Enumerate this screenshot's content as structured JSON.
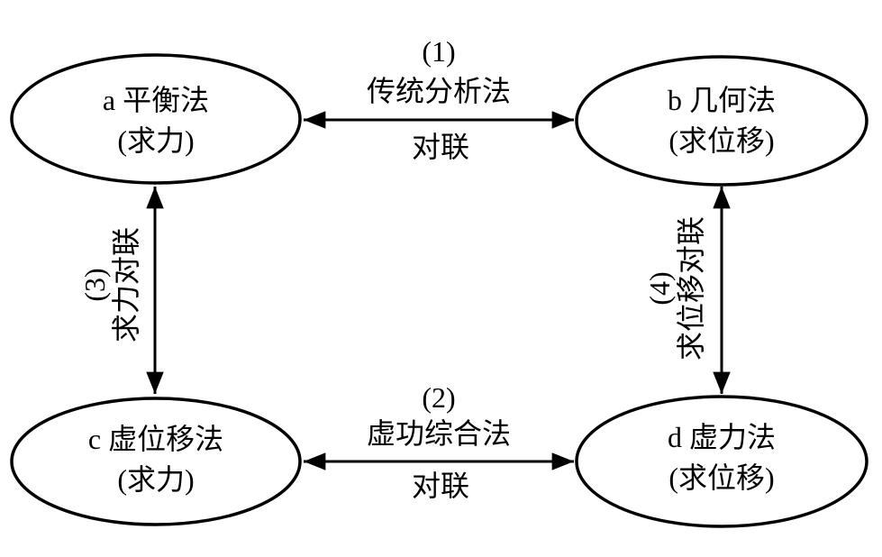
{
  "figure": {
    "type": "relationship-diagram",
    "description_visible_text_only": true
  },
  "colors": {
    "ink": "#000000",
    "background": "#ffffff"
  },
  "nodes": {
    "a": {
      "title": "a 平衡法",
      "subtitle": "(求力)"
    },
    "b": {
      "title": "b 几何法",
      "subtitle": "(求位移)"
    },
    "c": {
      "title": "c 虚位移法",
      "subtitle": "(求力)"
    },
    "d": {
      "title": "d 虚力法",
      "subtitle": "(求位移)"
    }
  },
  "edges": {
    "top": {
      "number": "(1)",
      "name": "传统分析法",
      "below": "对联",
      "style": "double-headed-arrow"
    },
    "bottom": {
      "number": "(2)",
      "name": "虚功综合法",
      "below": "对联",
      "style": "double-headed-arrow"
    },
    "left": {
      "number": "(3)",
      "name": "求力对联",
      "style": "double-headed-arrow",
      "text_rotation_deg": -90
    },
    "right": {
      "number": "(4)",
      "name": "求位移对联",
      "style": "double-headed-arrow",
      "text_rotation_deg": -90
    }
  }
}
